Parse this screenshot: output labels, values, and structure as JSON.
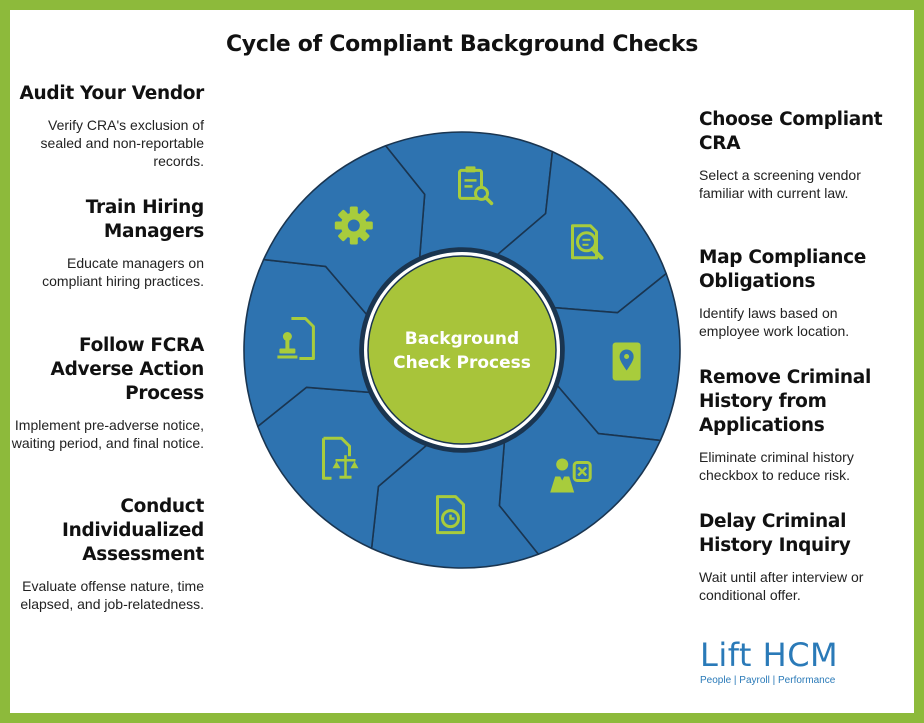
{
  "title": "Cycle of Compliant Background Checks",
  "center_label": [
    "Background",
    "Check Process"
  ],
  "steps_left": [
    {
      "title": "Audit Your Vendor",
      "desc": "Verify CRA's exclusion of sealed and non-reportable records."
    },
    {
      "title": "Train Hiring Managers",
      "desc": "Educate managers on compliant hiring practices."
    },
    {
      "title": "Follow FCRA Adverse Action Process",
      "desc": "Implement pre-adverse notice, waiting period, and final notice."
    },
    {
      "title": "Conduct Individualized Assessment",
      "desc": "Evaluate offense nature, time elapsed, and job-relatedness."
    }
  ],
  "steps_right": [
    {
      "title": "Choose Compliant CRA",
      "desc": "Select a screening vendor familiar with current law."
    },
    {
      "title": "Map Compliance Obligations",
      "desc": "Identify laws based on employee work location."
    },
    {
      "title": "Remove Criminal History from Applications",
      "desc": "Eliminate criminal history checkbox to reduce risk."
    },
    {
      "title": "Delay Criminal History Inquiry",
      "desc": "Wait until after interview or conditional offer."
    }
  ],
  "segment_icons": [
    "clipboard-search-icon",
    "document-search-icon",
    "map-location-icon",
    "user-remove-icon",
    "document-clock-icon",
    "legal-document-icon",
    "certificate-stamp-icon",
    "gear-icon"
  ],
  "colors": {
    "frame": "#8DBA3B",
    "segment": "#2E73B0",
    "segment_border": "#1A3550",
    "icon": "#A8CC3C",
    "center": "#A8C43A",
    "brand": "#2A7AB8"
  },
  "logo": {
    "brand": "Lift HCM",
    "tagline": "People | Payroll | Performance"
  }
}
